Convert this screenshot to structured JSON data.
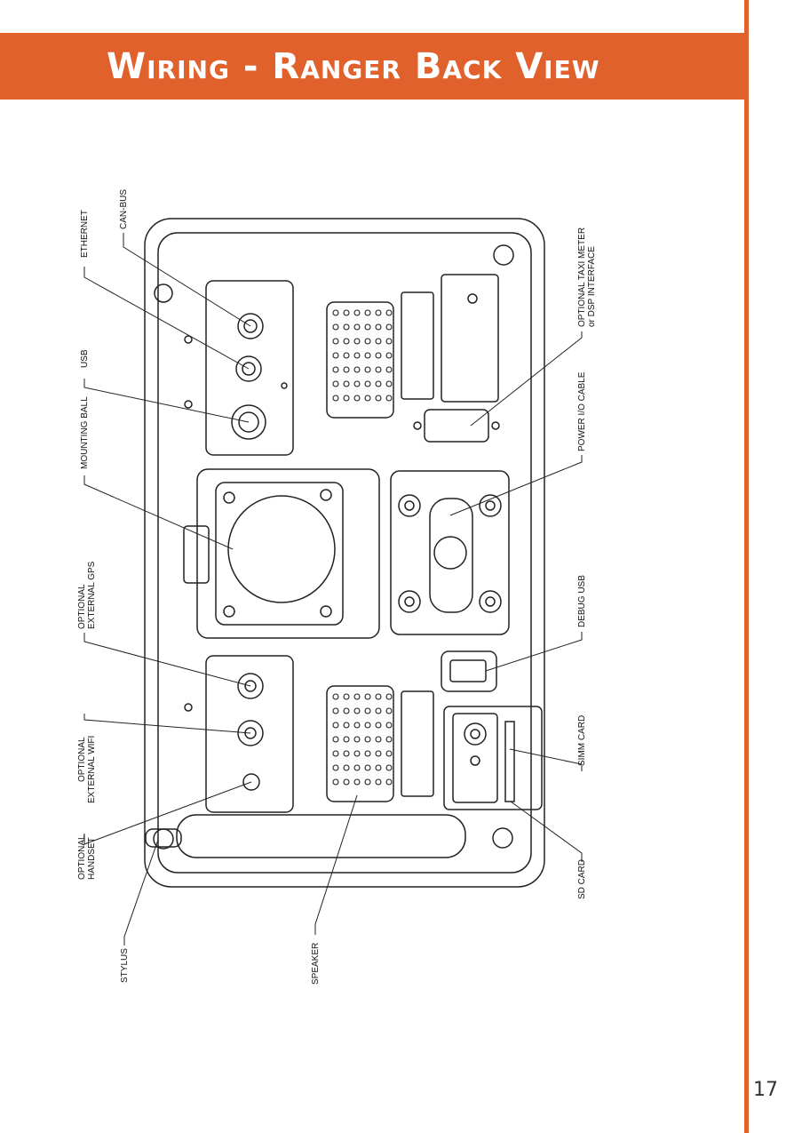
{
  "header": {
    "title": "Wiring - Ranger Back View"
  },
  "footer": {
    "page_number": "17"
  },
  "colors": {
    "accent": "#e0612c",
    "line": "#222222"
  },
  "labels": {
    "ethernet": "ETHERNET",
    "can_bus": "CAN-BUS",
    "usb": "USB",
    "mounting_ball": "MOUNTING BALL",
    "ext_gps_1": "OPTIONAL",
    "ext_gps_2": "EXTERNAL GPS",
    "ext_wifi_1": "OPTIONAL",
    "ext_wifi_2": "EXTERNAL WIFI",
    "handset_1": "OPTIONAL",
    "handset_2": "HANDSET",
    "stylus": "STYLUS",
    "speaker": "SPEAKER",
    "taxi_1": "OPTIONAL TAXI METER",
    "taxi_2": "or DSP INTERFACE",
    "power_io": "POWER I/O CABLE",
    "debug_usb": "DEBUG USB",
    "simm_card": "SIMM CARD",
    "sd_card": "SD CARD"
  }
}
